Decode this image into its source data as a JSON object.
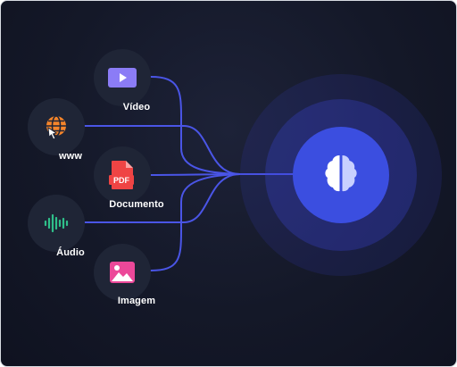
{
  "sources": [
    {
      "id": "video",
      "label": "Vídeo",
      "icon": "video-icon",
      "color": "#8b7cf6"
    },
    {
      "id": "www",
      "label": "www",
      "icon": "globe-cursor-icon",
      "color": "#f5852a"
    },
    {
      "id": "documento",
      "label": "Documento",
      "icon": "pdf-file-icon",
      "color": "#ef4444",
      "icon_text": "PDF"
    },
    {
      "id": "audio",
      "label": "Áudio",
      "icon": "audio-waveform-icon",
      "color": "#2fbf8a"
    },
    {
      "id": "imagem",
      "label": "Imagem",
      "icon": "image-icon",
      "color": "#ec4899"
    }
  ],
  "hub": {
    "icon": "brain-icon",
    "color": "#3b4ee0"
  },
  "colors": {
    "background": "#141828",
    "connector": "#4a55e6",
    "node": "#1f2536"
  }
}
